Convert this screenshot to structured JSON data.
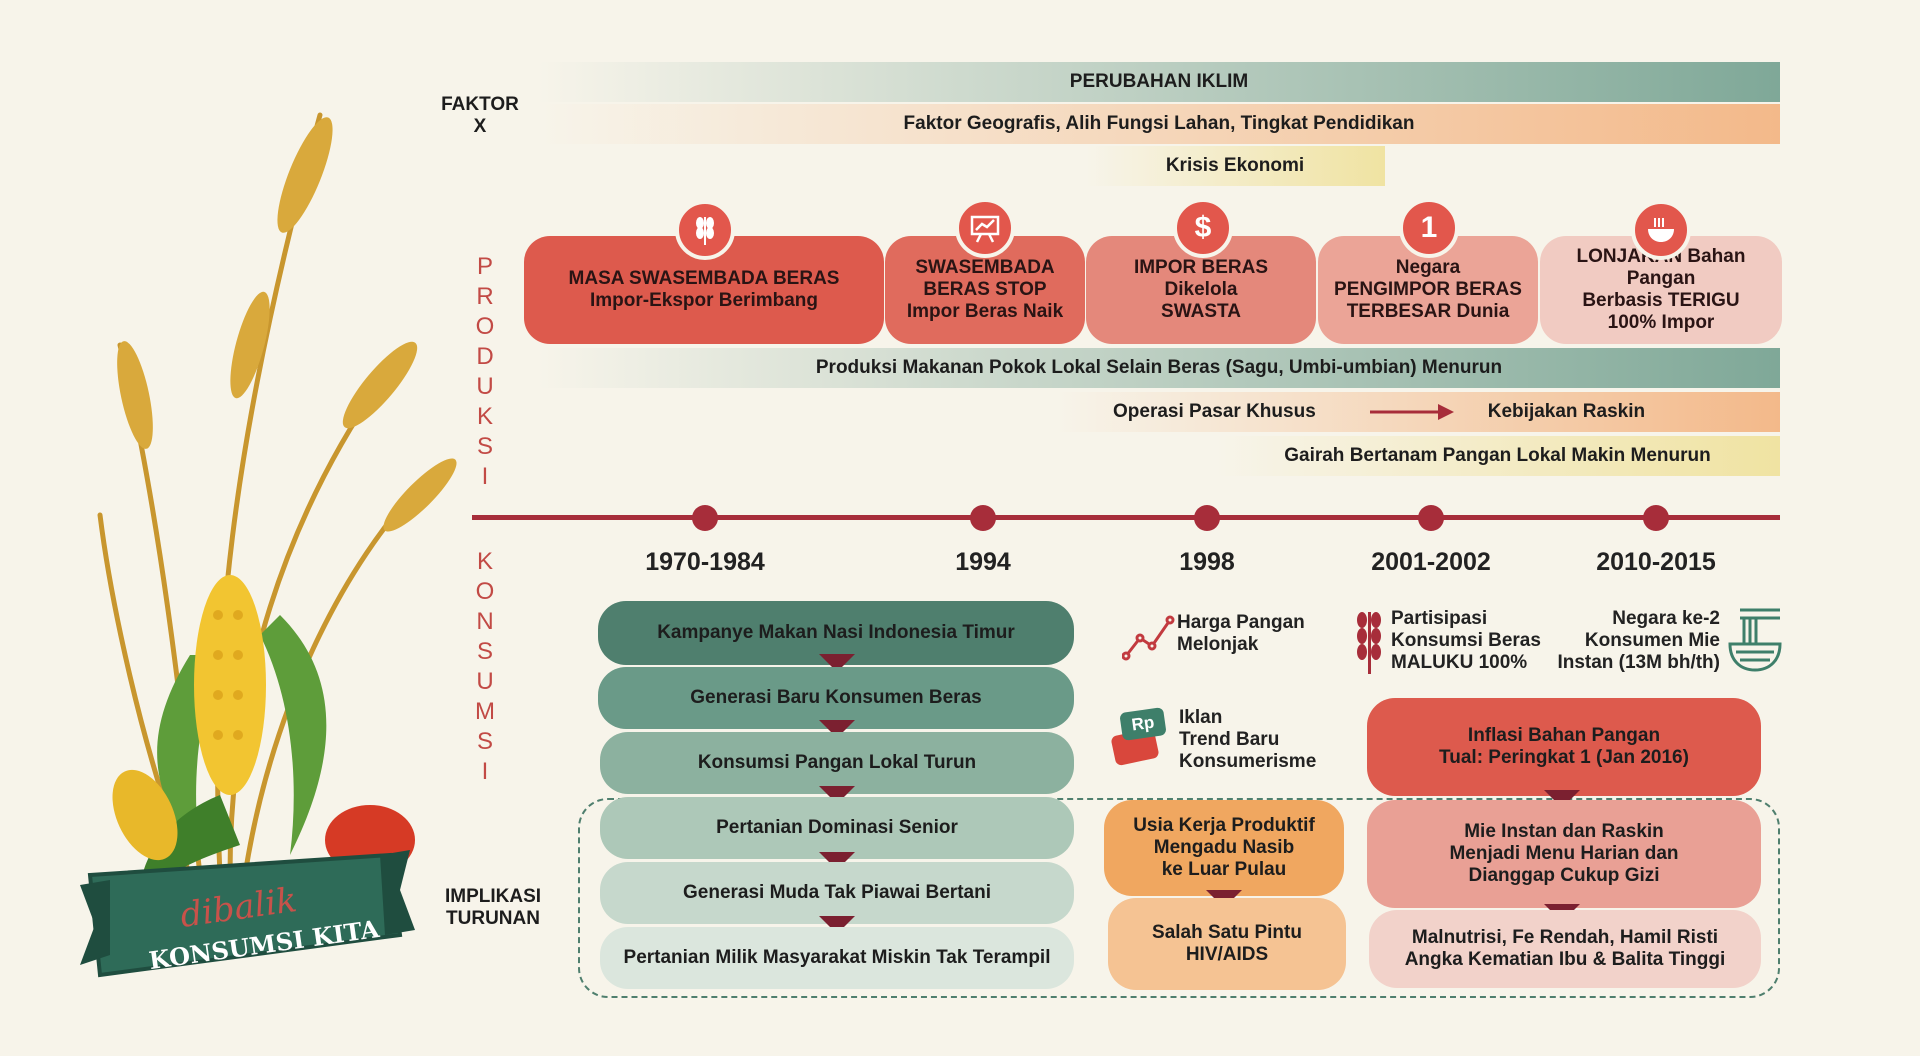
{
  "factor_label": "FAKTOR X",
  "factor_bands": {
    "climate": "PERUBAHAN IKLIM",
    "geo": "Faktor Geografis, Alih Fungsi Lahan, Tingkat Pendidikan",
    "crisis": "Krisis Ekonomi"
  },
  "produksi_letters": [
    "P",
    "R",
    "O",
    "D",
    "U",
    "K",
    "S",
    "I"
  ],
  "konsumsi_letters": [
    "K",
    "O",
    "N",
    "S",
    "U",
    "M",
    "S",
    "I"
  ],
  "eras": [
    {
      "icon": "wheat-icon",
      "text": "MASA SWASEMBADA BERAS\nImpor-Ekspor Berimbang"
    },
    {
      "icon": "presentation-chart-icon",
      "text": "SWASEMBADA\nBERAS STOP\nImpor Beras Naik"
    },
    {
      "icon": "dollar-icon",
      "glyph": "$",
      "text": "IMPOR BERAS\nDikelola\nSWASTA"
    },
    {
      "icon": "number-one-icon",
      "glyph": "1",
      "text": "Negara\nPENGIMPOR BERAS\nTERBESAR Dunia"
    },
    {
      "icon": "noodle-bowl-icon",
      "text": "LONJAKAN Bahan Pangan\nBerbasis TERIGU\n100% Impor"
    }
  ],
  "production_bands": {
    "local_decline": "Produksi Makanan Pokok Lokal Selain Beras (Sagu, Umbi-umbian) Menurun",
    "market_op": "Operasi Pasar Khusus",
    "raskin": "Kebijakan Raskin",
    "farming": "Gairah Bertanam Pangan Lokal Makin Menurun"
  },
  "years": [
    "1970-1984",
    "1994",
    "1998",
    "2001-2002",
    "2010-2015"
  ],
  "chain_1970": [
    "Kampanye Makan Nasi Indonesia Timur",
    "Generasi Baru Konsumen Beras",
    "Konsumsi Pangan Lokal Turun",
    "Pertanian Dominasi Senior",
    "Generasi Muda Tak Piawai Bertani",
    "Pertanian Milik Masyarakat Miskin Tak Terampil"
  ],
  "notes_1998": {
    "price": "Harga Pangan\nMelonjak",
    "ads": "Iklan\nTrend Baru\nKonsumerisme",
    "rp_badge": "Rp"
  },
  "notes_2001": {
    "rice": "Partisipasi\nKonsumsi Beras\nMALUKU 100%"
  },
  "notes_2010": {
    "noodle": "Negara ke-2\nKonsumen Mie\nInstan (13M bh/th)"
  },
  "chain_1998": [
    "Usia Kerja Produktif\nMengadu Nasib\nke Luar Pulau",
    "Salah Satu Pintu\nHIV/AIDS"
  ],
  "chain_2010": [
    "Inflasi Bahan Pangan\nTual: Peringkat 1  (Jan 2016)",
    "Mie Instan dan Raskin\nMenjadi Menu Harian dan\nDianggap Cukup Gizi",
    "Malnutrisi, Fe Rendah, Hamil Risti\nAngka Kematian Ibu & Balita Tinggi"
  ],
  "implikasi_label": "IMPLIKASI\nTURUNAN",
  "logo": {
    "script": "dibalik",
    "main": "KONSUMSI KITA"
  },
  "colors": {
    "red": "#e2574c",
    "dark_red": "#a72d3a",
    "teal": "#4f7f6e",
    "orange": "#f0a760"
  }
}
